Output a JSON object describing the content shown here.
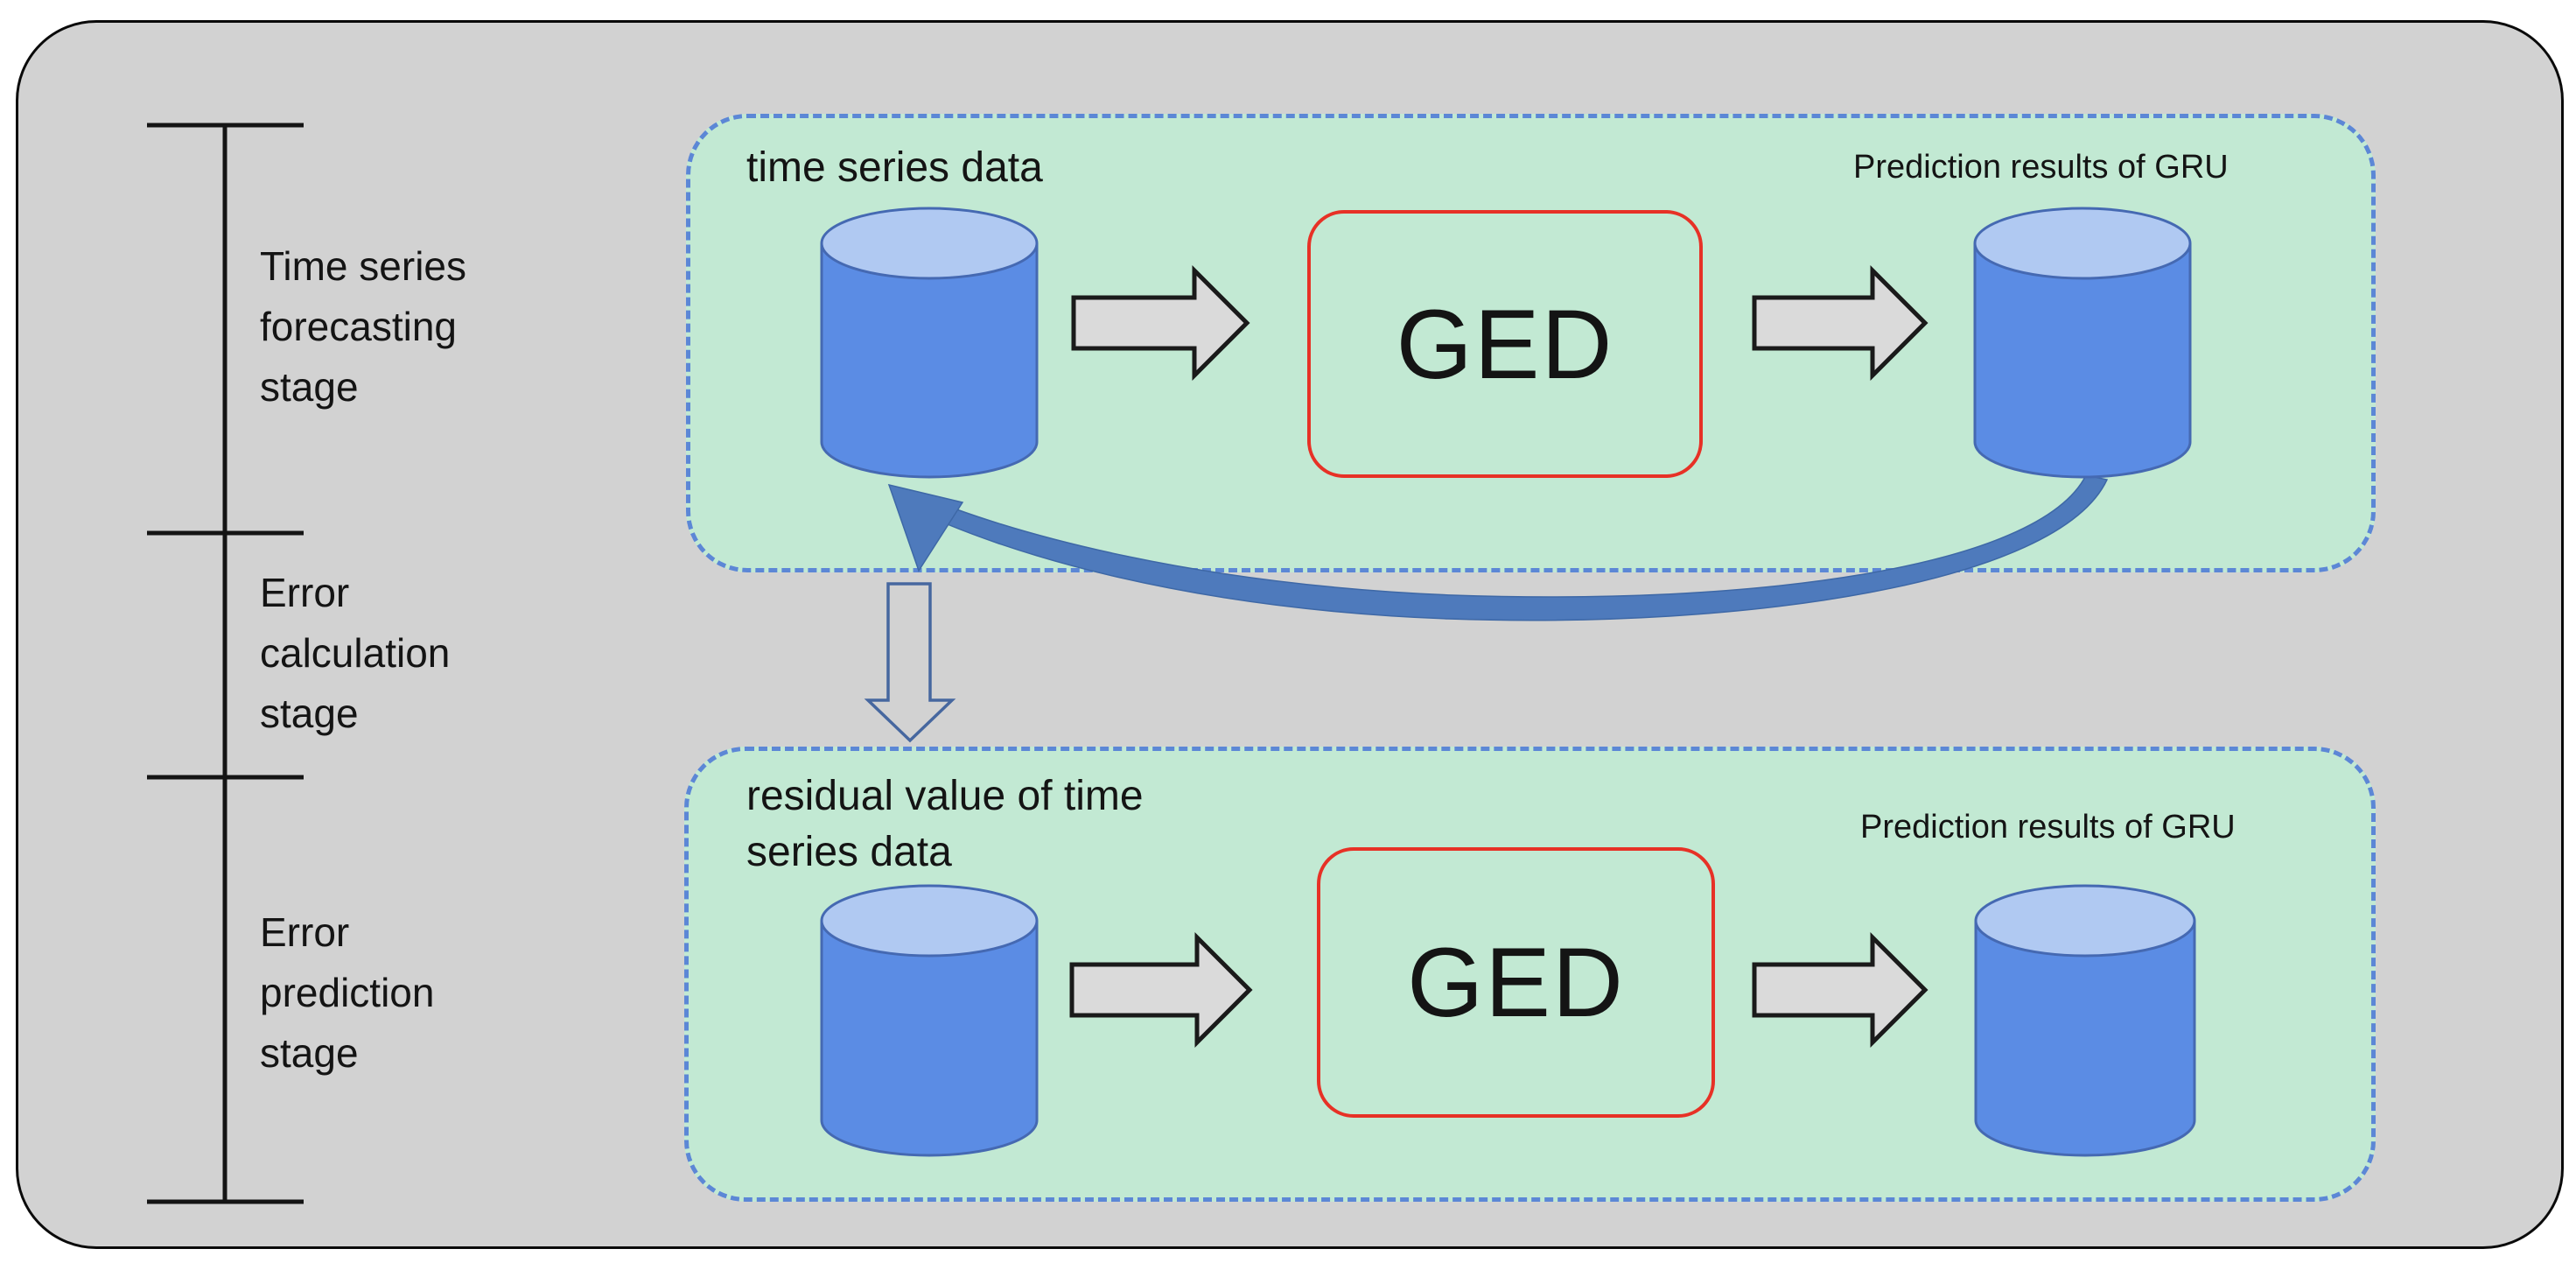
{
  "theme": {
    "page-bg": "#ffffff",
    "frame-bg": "#d2d2d2",
    "frame-border": "#0a0a0a",
    "panel-green": "#c2e9d3",
    "panel-dash-blue": "#5c87d6",
    "text-color": "#141414",
    "ged-border-red": "#e73126",
    "cylinder-body": "#5b8ce4",
    "cylinder-top": "#b0c9f2",
    "cylinder-stroke": "#4569b2",
    "block-arrow-fill": "#dadada",
    "block-arrow-stroke": "#1a1a1a",
    "feedback-arrow-blue": "#4e7abc",
    "feedback-arrow-edge": "#3e68a6",
    "down-arrow-stroke": "#46679f",
    "timeline-color": "#141414"
  },
  "timeline": {
    "stages": [
      {
        "label": "Time series\nforecasting\nstage"
      },
      {
        "label": "Error\ncalculation\nstage"
      },
      {
        "label": "Error\nprediction\nstage"
      }
    ]
  },
  "forecasting_panel": {
    "input_label": "time series data",
    "model_label": "GED",
    "output_label": "Prediction results of GRU"
  },
  "error_panel": {
    "input_label": "residual value of time\nseries data",
    "model_label": "GED",
    "output_label": "Prediction results of GRU"
  }
}
